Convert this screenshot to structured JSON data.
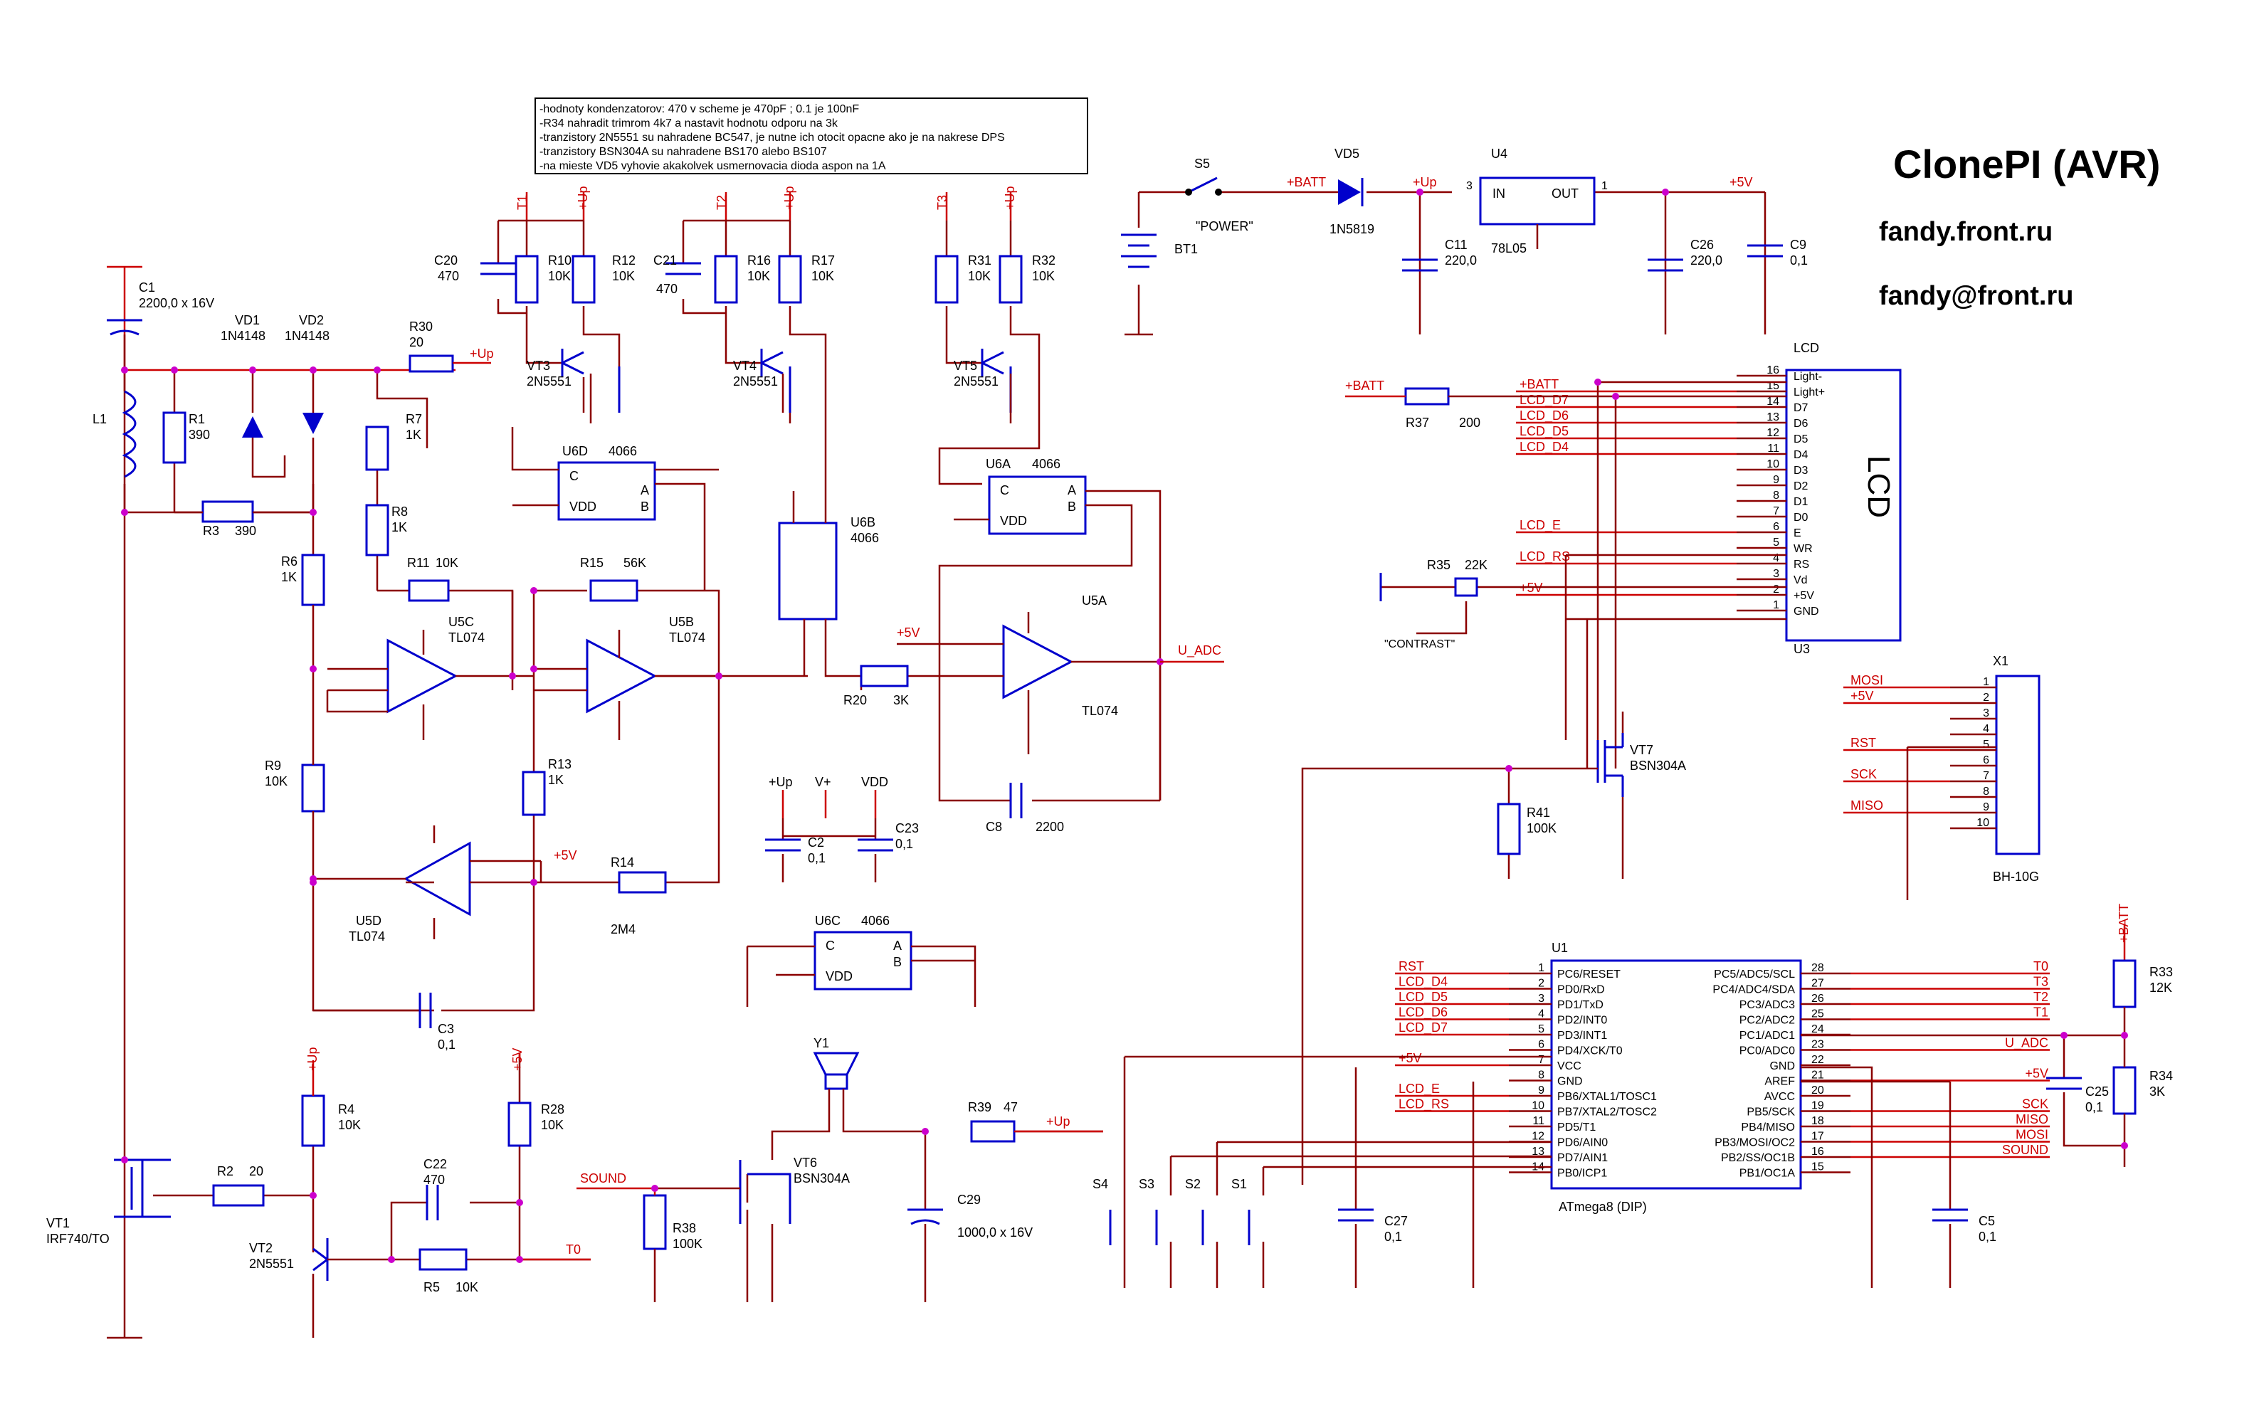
{
  "title": "ClonePI (AVR)",
  "website": "fandy.front.ru",
  "email": "fandy@front.ru",
  "notes": [
    "-hodnoty kondenzatorov: 470 v scheme je 470pF ; 0.1 je 100nF",
    "-R34 nahradit trimrom 4k7 a nastavit hodnotu odporu na 3k",
    "-tranzistory 2N5551 su nahradene BC547, je nutne ich otocit opacne ako je na nakrese DPS",
    "-tranzistory BSN304A su nahradene BS170 alebo BS107",
    "-na mieste VD5 vyhovie akakolvek usmernovacia dioda aspon na 1A"
  ],
  "power": {
    "s5": "S5",
    "s5_label": "\"POWER\"",
    "bt1": "BT1",
    "vd5": "VD5",
    "vd5_type": "1N5819",
    "u4": "U4",
    "u4_type": "78L05",
    "u4_in": "IN",
    "u4_out": "OUT",
    "c11": "C11",
    "c11_val": "220,0",
    "c26": "C26",
    "c26_val": "220,0",
    "c9": "C9",
    "c9_val": "0,1"
  },
  "nets": {
    "batt": "+BATT",
    "up": "+Up",
    "p5v": "+5V",
    "vplus": "V+",
    "vdd": "VDD",
    "t0": "T0",
    "t1": "T1",
    "t2": "T2",
    "t3": "T3",
    "uadc": "U_ADC",
    "sound": "SOUND",
    "rst": "RST",
    "mosi": "MOSI",
    "miso": "MISO",
    "sck": "SCK",
    "lcd_e": "LCD_E",
    "lcd_rs": "LCD_RS",
    "lcd_d4": "LCD_D4",
    "lcd_d5": "LCD_D5",
    "lcd_d6": "LCD_D6",
    "lcd_d7": "LCD_D7"
  },
  "parts": {
    "c1": "C1",
    "c1_val": "2200,0 x 16V",
    "vd1": "VD1",
    "vd1_type": "1N4148",
    "vd2": "VD2",
    "vd2_type": "1N4148",
    "l1": "L1",
    "r1": "R1",
    "r1_val": "390",
    "r3": "R3",
    "r3_val": "390",
    "r30": "R30",
    "r30_val": "20",
    "r7": "R7",
    "r7_val": "1K",
    "r8": "R8",
    "r8_val": "1K",
    "r6": "R6",
    "r6_val": "1K",
    "r11": "R11",
    "r11_val": "10K",
    "r15": "R15",
    "r15_val": "56K",
    "r9": "R9",
    "r9_val": "10K",
    "r13": "R13",
    "r13_val": "1K",
    "r14": "R14",
    "r14_val": "2M4",
    "c3": "C3",
    "c3_val": "0,1",
    "c20": "C20",
    "c20_val": "470",
    "r10": "R10",
    "r10_val": "10K",
    "r12": "R12",
    "r12_val": "10K",
    "vt3": "VT3",
    "vt3_type": "2N5551",
    "c21": "C21",
    "c21_val": "470",
    "r16": "R16",
    "r16_val": "10K",
    "r17": "R17",
    "r17_val": "10K",
    "vt4": "VT4",
    "vt4_type": "2N5551",
    "r31": "R31",
    "r31_val": "10K",
    "r32": "R32",
    "r32_val": "10K",
    "vt5": "VT5",
    "vt5_type": "2N5551",
    "u6d": "U6D",
    "u6a": "U6A",
    "u6b": "U6B",
    "u6c": "U6C",
    "ic4066": "4066",
    "u5a": "U5A",
    "u5b": "U5B",
    "u5c": "U5C",
    "u5d": "U5D",
    "tl074": "TL074",
    "r20": "R20",
    "r20_val": "3K",
    "c8": "C8",
    "c8_val": "2200",
    "c2": "C2",
    "c2_val": "0,1",
    "c23": "C23",
    "c23_val": "0,1",
    "y1": "Y1",
    "vt6": "VT6",
    "vt6_type": "BSN304A",
    "r38": "R38",
    "r38_val": "100K",
    "r39": "R39",
    "r39_val": "47",
    "c29": "C29",
    "c29_val": "1000,0 x 16V",
    "vt1": "VT1",
    "vt1_type": "IRF740/TO",
    "r2": "R2",
    "r2_val": "20",
    "vt2": "VT2",
    "vt2_type": "2N5551",
    "r4": "R4",
    "r4_val": "10K",
    "c22": "C22",
    "c22_val": "470",
    "r28": "R28",
    "r28_val": "10K",
    "r5": "R5",
    "r5_val": "10K",
    "lcd": "LCD",
    "u3": "U3",
    "r37": "R37",
    "r37_val": "200",
    "r35": "R35",
    "r35_val": "22K",
    "contrast": "\"CONTRAST\"",
    "vt7": "VT7",
    "vt7_type": "BSN304A",
    "r41": "R41",
    "r41_val": "100K",
    "x1": "X1",
    "x1_type": "BH-10G",
    "u1": "U1",
    "u1_type": "ATmega8 (DIP)",
    "s1": "S1",
    "s2": "S2",
    "s3": "S3",
    "s4": "S4",
    "c27": "C27",
    "c27_val": "0,1",
    "c5": "C5",
    "c5_val": "0,1",
    "r33": "R33",
    "r33_val": "12K",
    "r34": "R34",
    "r34_val": "3K",
    "c25": "C25",
    "c25_val": "0,1"
  },
  "pins": {
    "lcd_names": [
      "Light-",
      "Light+",
      "D7",
      "D6",
      "D5",
      "D4",
      "D3",
      "D2",
      "D1",
      "D0",
      "E",
      "WR",
      "RS",
      "Vd",
      "+5V",
      "GND"
    ],
    "lcd_nums": [
      "16",
      "15",
      "14",
      "13",
      "12",
      "11",
      "10",
      "9",
      "8",
      "7",
      "6",
      "5",
      "4",
      "3",
      "2",
      "1"
    ],
    "x1_nums": [
      "1",
      "2",
      "3",
      "4",
      "5",
      "6",
      "7",
      "8",
      "9",
      "10"
    ],
    "u1_left": [
      "PC6/RESET",
      "PD0/RxD",
      "PD1/TxD",
      "PD2/INT0",
      "PD3/INT1",
      "PD4/XCK/T0",
      "VCC",
      "GND",
      "PB6/XTAL1/TOSC1",
      "PB7/XTAL2/TOSC2",
      "PD5/T1",
      "PD6/AIN0",
      "PD7/AIN1",
      "PB0/ICP1"
    ],
    "u1_left_nums": [
      "1",
      "2",
      "3",
      "4",
      "5",
      "6",
      "7",
      "8",
      "9",
      "10",
      "11",
      "12",
      "13",
      "14"
    ],
    "u1_right": [
      "PC5/ADC5/SCL",
      "PC4/ADC4/SDA",
      "PC3/ADC3",
      "PC2/ADC2",
      "PC1/ADC1",
      "PC0/ADC0",
      "GND",
      "AREF",
      "AVCC",
      "PB5/SCK",
      "PB4/MISO",
      "PB3/MOSI/OC2",
      "PB2/SS/OC1B",
      "PB1/OC1A"
    ],
    "u1_right_nums": [
      "28",
      "27",
      "26",
      "25",
      "24",
      "23",
      "22",
      "21",
      "20",
      "19",
      "18",
      "17",
      "16",
      "15"
    ],
    "ic_c": "C",
    "ic_a": "A",
    "ic_b": "B",
    "p1": "1",
    "p2": "2",
    "p3": "3",
    "p4": "4",
    "p5": "5",
    "p6": "6",
    "p7": "7",
    "p8": "8",
    "p9": "9",
    "p10": "10",
    "p11": "11",
    "p12": "12",
    "p13": "13",
    "p14": "14"
  },
  "u1_right_nets": [
    "T0",
    "T3",
    "T2",
    "T1",
    "",
    "U_ADC",
    "",
    "+5V",
    "",
    "SCK",
    "MISO",
    "MOSI",
    "SOUND",
    ""
  ],
  "u1_left_nets": [
    "RST",
    "LCD_D4",
    "LCD_D5",
    "LCD_D6",
    "LCD_D7",
    "",
    "+5V",
    "",
    "LCD_E",
    "LCD_RS",
    "",
    "",
    "",
    ""
  ],
  "lcd_nets": [
    "",
    "+BATT",
    "LCD_D7",
    "LCD_D6",
    "LCD_D5",
    "LCD_D4",
    "",
    "",
    "",
    "",
    "LCD_E",
    "",
    "LCD_RS",
    "",
    "+5V",
    ""
  ],
  "x1_nets": [
    "MOSI",
    "+5V",
    "",
    "",
    "RST",
    "",
    "SCK",
    "",
    "MISO",
    ""
  ]
}
